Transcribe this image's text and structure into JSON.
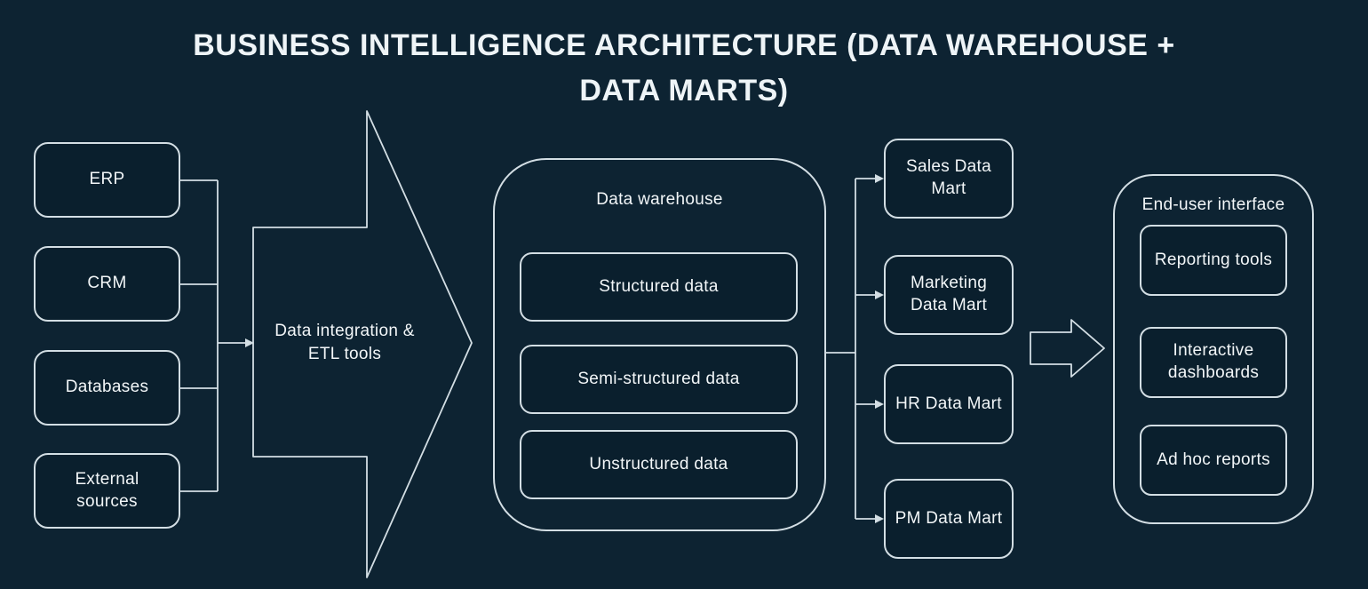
{
  "title_lines": [
    "BUSINESS INTELLIGENCE ARCHITECTURE (DATA WAREHOUSE +",
    "DATA MARTS)"
  ],
  "sources": [
    {
      "label": "ERP"
    },
    {
      "label": "CRM"
    },
    {
      "label": "Databases"
    },
    {
      "label": "External sources"
    }
  ],
  "etl": {
    "label": "Data integration & ETL tools"
  },
  "warehouse": {
    "label": "Data warehouse",
    "items": [
      {
        "label": "Structured data"
      },
      {
        "label": "Semi-structured data"
      },
      {
        "label": "Unstructured data"
      }
    ]
  },
  "datamarts": [
    {
      "label": "Sales Data Mart"
    },
    {
      "label": "Marketing Data Mart"
    },
    {
      "label": "HR Data Mart"
    },
    {
      "label": "PM Data Mart"
    }
  ],
  "enduser": {
    "label": "End-user interface",
    "items": [
      {
        "label": "Reporting tools"
      },
      {
        "label": "Interactive dashboards"
      },
      {
        "label": "Ad hoc reports"
      }
    ]
  },
  "colors": {
    "background": "#0d2332",
    "node_fill": "#0a1f2d",
    "border": "#d3dee4",
    "text": "#f2f6f8"
  }
}
